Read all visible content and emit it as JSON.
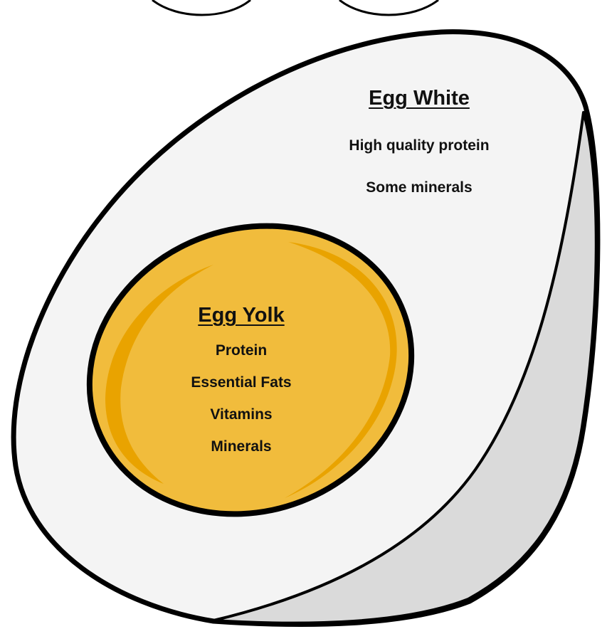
{
  "egg_white": {
    "title": "Egg White",
    "items": [
      "High quality protein",
      "Some minerals"
    ]
  },
  "egg_yolk": {
    "title": "Egg Yolk",
    "items": [
      "Protein",
      "Essential Fats",
      "Vitamins",
      "Minerals"
    ]
  },
  "colors": {
    "outline": "#000000",
    "egg_white_fill": "#f4f4f4",
    "shell_side_fill": "#dadada",
    "yolk_fill": "#f1bc3c",
    "yolk_shade": "#e9a300"
  }
}
